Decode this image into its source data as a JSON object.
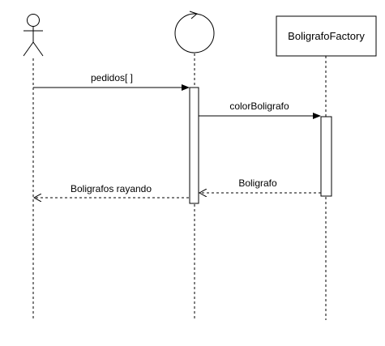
{
  "participants": {
    "factory": {
      "label": "BoligrafoFactory"
    }
  },
  "messages": {
    "pedidos": "pedidos[ ]",
    "color_boligrafo": "colorBoligrafo",
    "boligrafo": "Boligrafo",
    "boligrafos_rayando": "Boligrafos rayando"
  }
}
